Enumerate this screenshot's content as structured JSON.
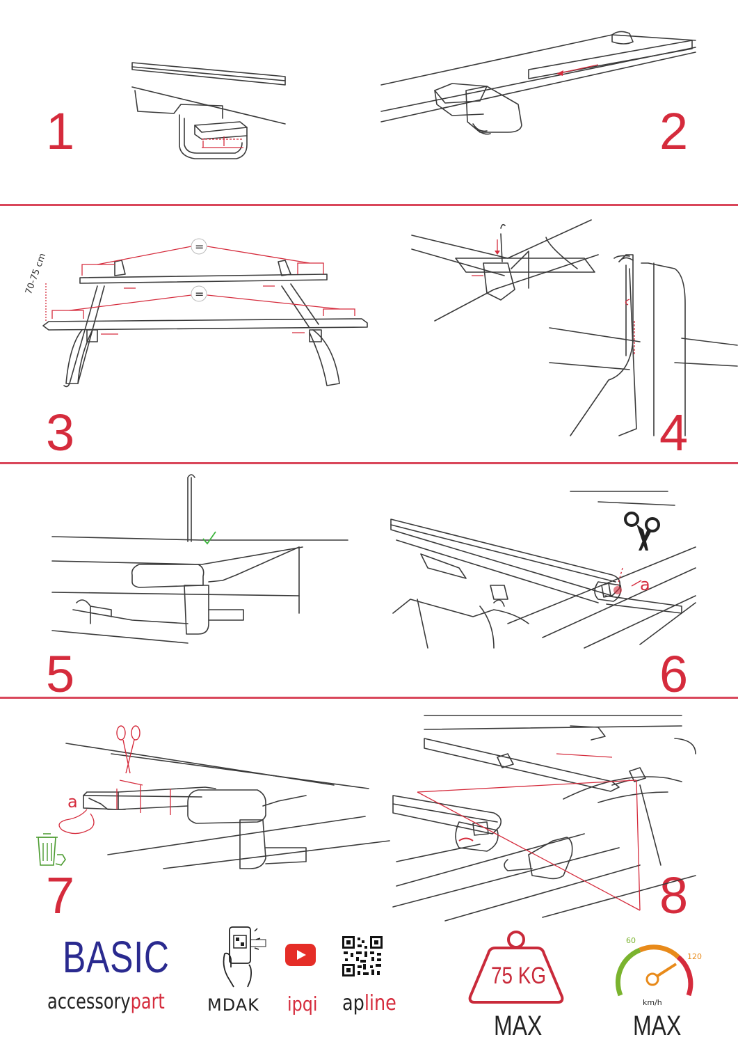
{
  "steps": {
    "s1": "1",
    "s2": "2",
    "s3": "3",
    "s4": "4",
    "s5": "5",
    "s6": "6",
    "s7": "7",
    "s8": "8"
  },
  "diagram_labels": {
    "equal_top": "=",
    "equal_bottom": "=",
    "distance": "70-75 cm",
    "part_a_step6": "a",
    "part_a_step7": "a"
  },
  "brands": {
    "basic": "BASIC",
    "accessory_plain": "accessory",
    "accessory_red": "part",
    "mdak": "MDAK",
    "ipqi": "ipqi",
    "apline_plain": "ap",
    "apline_red": "line"
  },
  "specs": {
    "weight": "75 KG",
    "weight_max": "MAX",
    "speed_low": "60",
    "speed_high": "120",
    "speed_unit": "km/h",
    "speed_max": "MAX"
  },
  "colors": {
    "accent": "#d52b3c",
    "brand_blue": "#2a2a8f",
    "youtube_red": "#e52d27",
    "gauge_green": "#7ab32e",
    "gauge_orange": "#e88a1a"
  }
}
